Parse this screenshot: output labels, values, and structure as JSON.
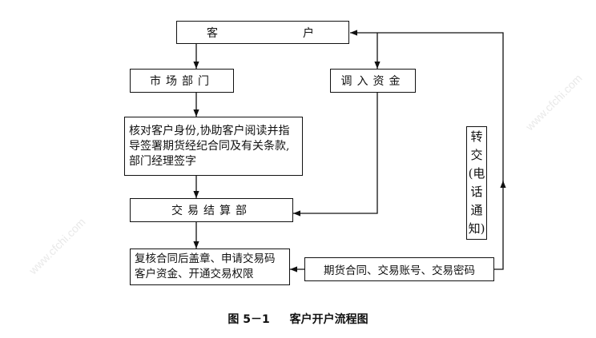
{
  "nodes": {
    "customer": "客　　　　　户",
    "marketing": "市场部门",
    "funds_in": "调入资金",
    "verify": "核对客户身份,协助客户阅读并指导签署期货经纪合同及有关条款,部门经理签字",
    "settlement": "交易结算部",
    "review": "复核合同后盖章、申请交易码客户资金、开通交易权限",
    "docs": "期货合同、交易账号、交易密码",
    "forward": "转交(电话通知)"
  },
  "caption": {
    "number": "图 5－1",
    "title": "客户开户流程图"
  },
  "watermark": "www.cfchi.com"
}
